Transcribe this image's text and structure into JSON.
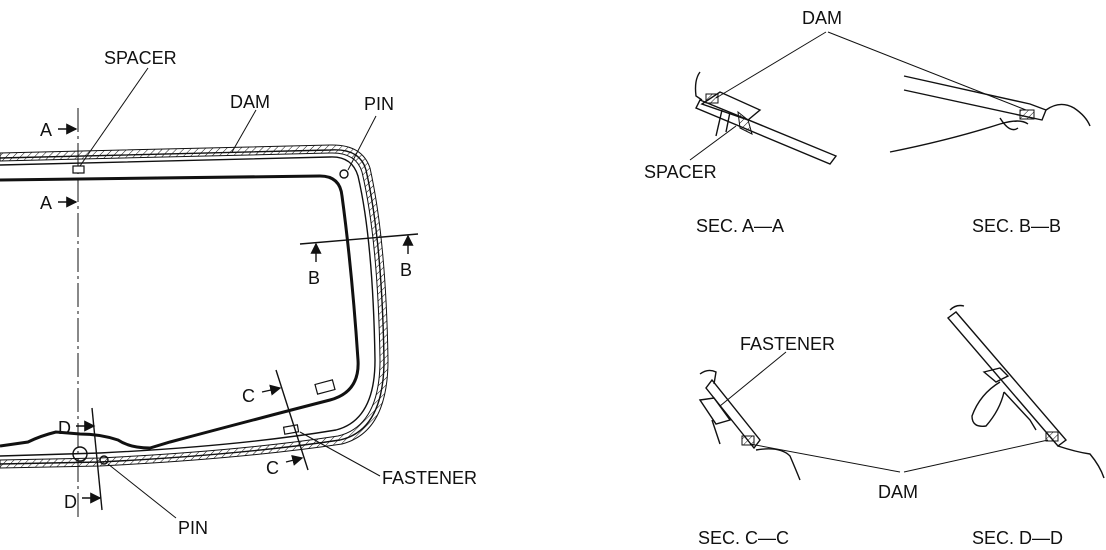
{
  "main_view": {
    "spacer": "SPACER",
    "dam": "DAM",
    "pin_top": "PIN",
    "pin_bottom": "PIN",
    "fastener": "FASTENER",
    "a_top": "A",
    "a_bottom": "A",
    "b_left": "B",
    "b_right": "B",
    "c_top": "C",
    "c_bottom": "C",
    "d_top": "D",
    "d_bottom": "D"
  },
  "sections": {
    "dam_top": "DAM",
    "spacer": "SPACER",
    "fastener": "FASTENER",
    "dam_bottom": "DAM",
    "sec_a": "SEC. A—A",
    "sec_b": "SEC. B—B",
    "sec_c": "SEC. C—C",
    "sec_d": "SEC. D—D"
  }
}
